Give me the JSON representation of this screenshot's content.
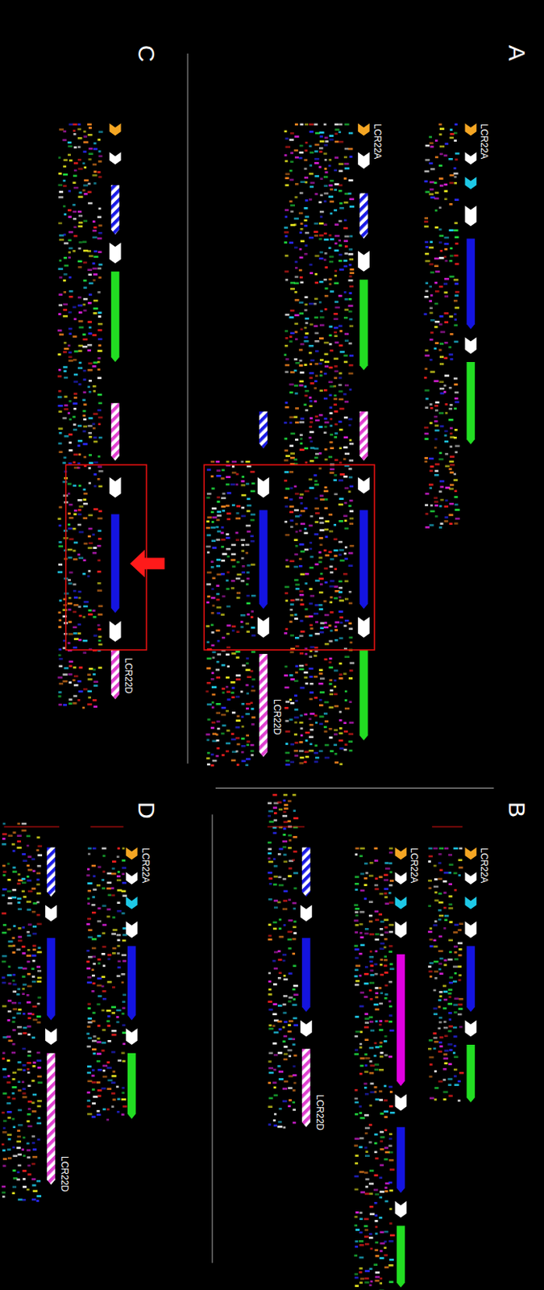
{
  "diagram": {
    "labels": [
      "A",
      "LCR22A",
      "LCR22A",
      "LCR22D",
      "C",
      "LCR22D",
      "B",
      "LCR22A",
      "LCR22A",
      "LCR22D",
      "D",
      "LCR22A",
      "LCR22D"
    ]
  }
}
